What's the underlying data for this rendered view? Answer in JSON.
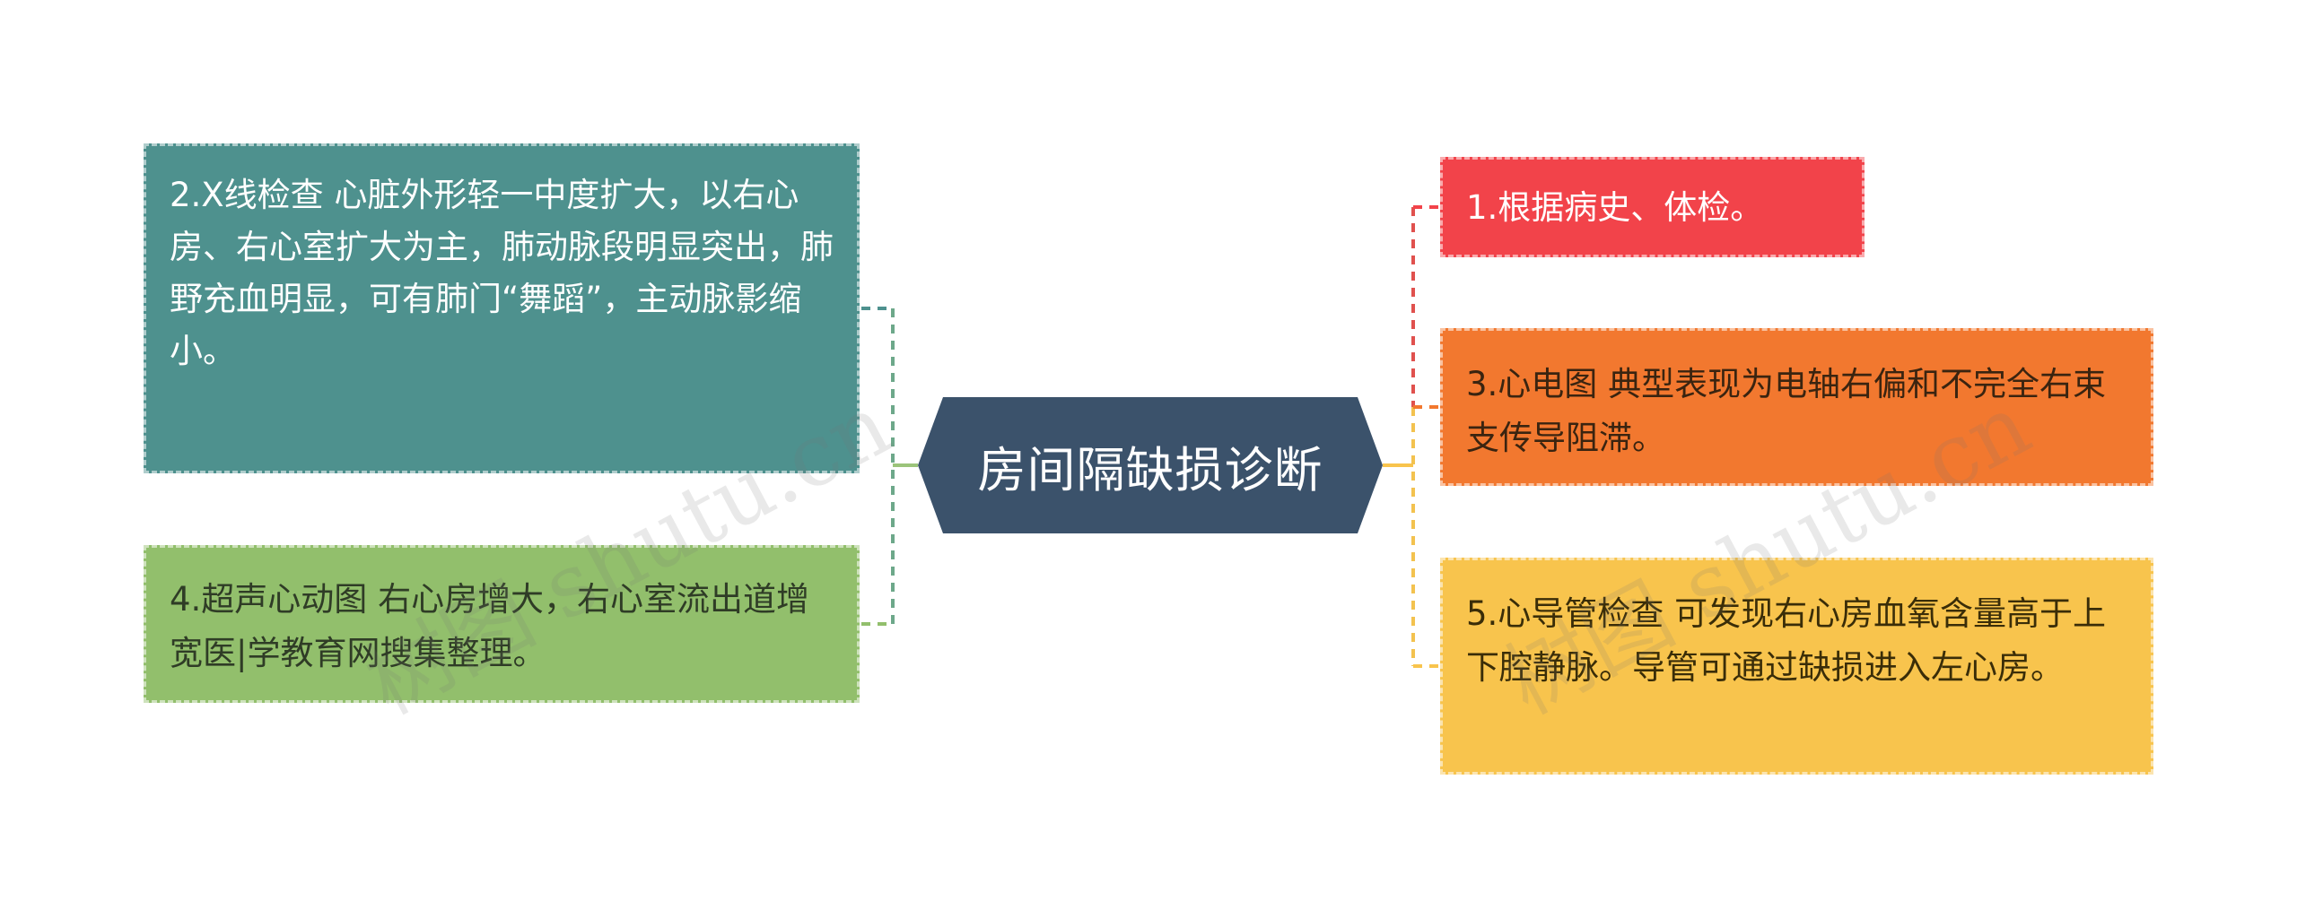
{
  "center": {
    "label": "房间隔缺损诊断"
  },
  "nodes": {
    "left_top": "2.X线检查 心脏外形轻一中度扩大，以右心房、右心室扩大为主，肺动脉段明显突出，肺野充血明显，可有肺门“舞蹈”，主动脉影缩小。",
    "left_bottom": "4.超声心动图 右心房增大，右心室流出道增宽医|学教育网搜集整理。",
    "right_top": "1.根据病史、体检。",
    "right_middle": "3.心电图 典型表现为电轴右偏和不完全右束支传导阻滞。",
    "right_bottom": "5.心导管检查 可发现右心房血氧含量高于上下腔静脉。导管可通过缺损进入左心房。"
  },
  "colors": {
    "center": "#3b526b",
    "left_top": "#4e918e",
    "left_bottom": "#92bf6c",
    "right_top": "#f2434a",
    "right_middle": "#f2782f",
    "right_bottom": "#f8c44d"
  },
  "watermark": "树图 shutu.cn"
}
